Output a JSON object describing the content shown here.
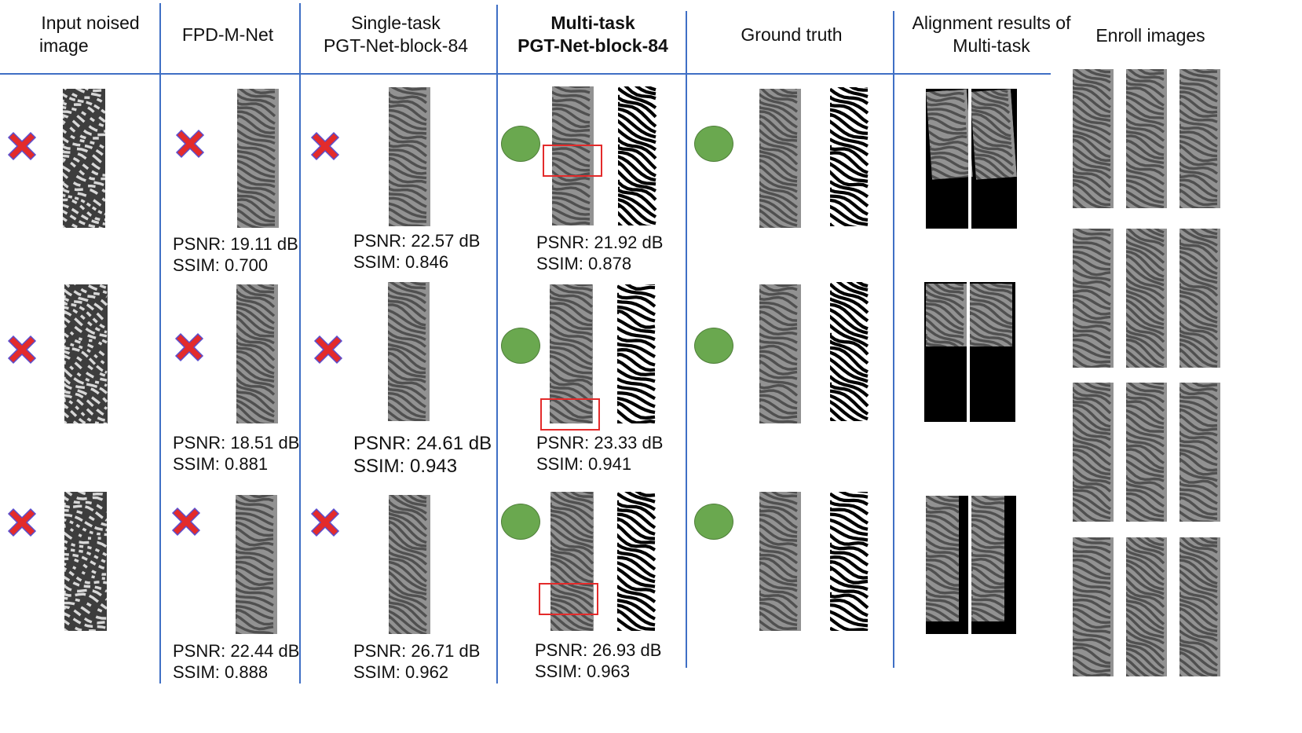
{
  "headers": {
    "input": [
      "Input noised",
      "image"
    ],
    "fpd": [
      "FPD-M-Net"
    ],
    "single": [
      "Single-task",
      "PGT-Net-block-84"
    ],
    "multi": [
      "Multi-task",
      "PGT-Net-block-84"
    ],
    "gt": [
      "Ground truth"
    ],
    "align": [
      "Alignment results of",
      "Multi-task"
    ],
    "enroll": [
      "Enroll images"
    ]
  },
  "rows": [
    {
      "fpd": {
        "psnr": "PSNR: 19.11 dB",
        "ssim": "SSIM: 0.700"
      },
      "single": {
        "psnr": "PSNR: 22.57 dB",
        "ssim": "SSIM: 0.846"
      },
      "multi": {
        "psnr": "PSNR: 21.92 dB",
        "ssim": "SSIM: 0.878"
      }
    },
    {
      "fpd": {
        "psnr": "PSNR: 18.51 dB",
        "ssim": "SSIM: 0.881"
      },
      "single": {
        "psnr": "PSNR: 24.61 dB",
        "ssim": "SSIM: 0.943"
      },
      "multi": {
        "psnr": "PSNR: 23.33 dB",
        "ssim": "SSIM: 0.941"
      }
    },
    {
      "fpd": {
        "psnr": "PSNR: 22.44 dB",
        "ssim": "SSIM: 0.888"
      },
      "single": {
        "psnr": "PSNR: 26.71 dB",
        "ssim": "SSIM: 0.962"
      },
      "multi": {
        "psnr": "PSNR: 26.93 dB",
        "ssim": "SSIM: 0.963"
      }
    }
  ],
  "marks": {
    "fail": "red-cross-icon",
    "success": "green-circle-icon",
    "highlight_color": "#e32b2b",
    "success_color": "#6aa84f",
    "fail_color": "#e32b2b",
    "divider_color": "#3f6fc5"
  }
}
